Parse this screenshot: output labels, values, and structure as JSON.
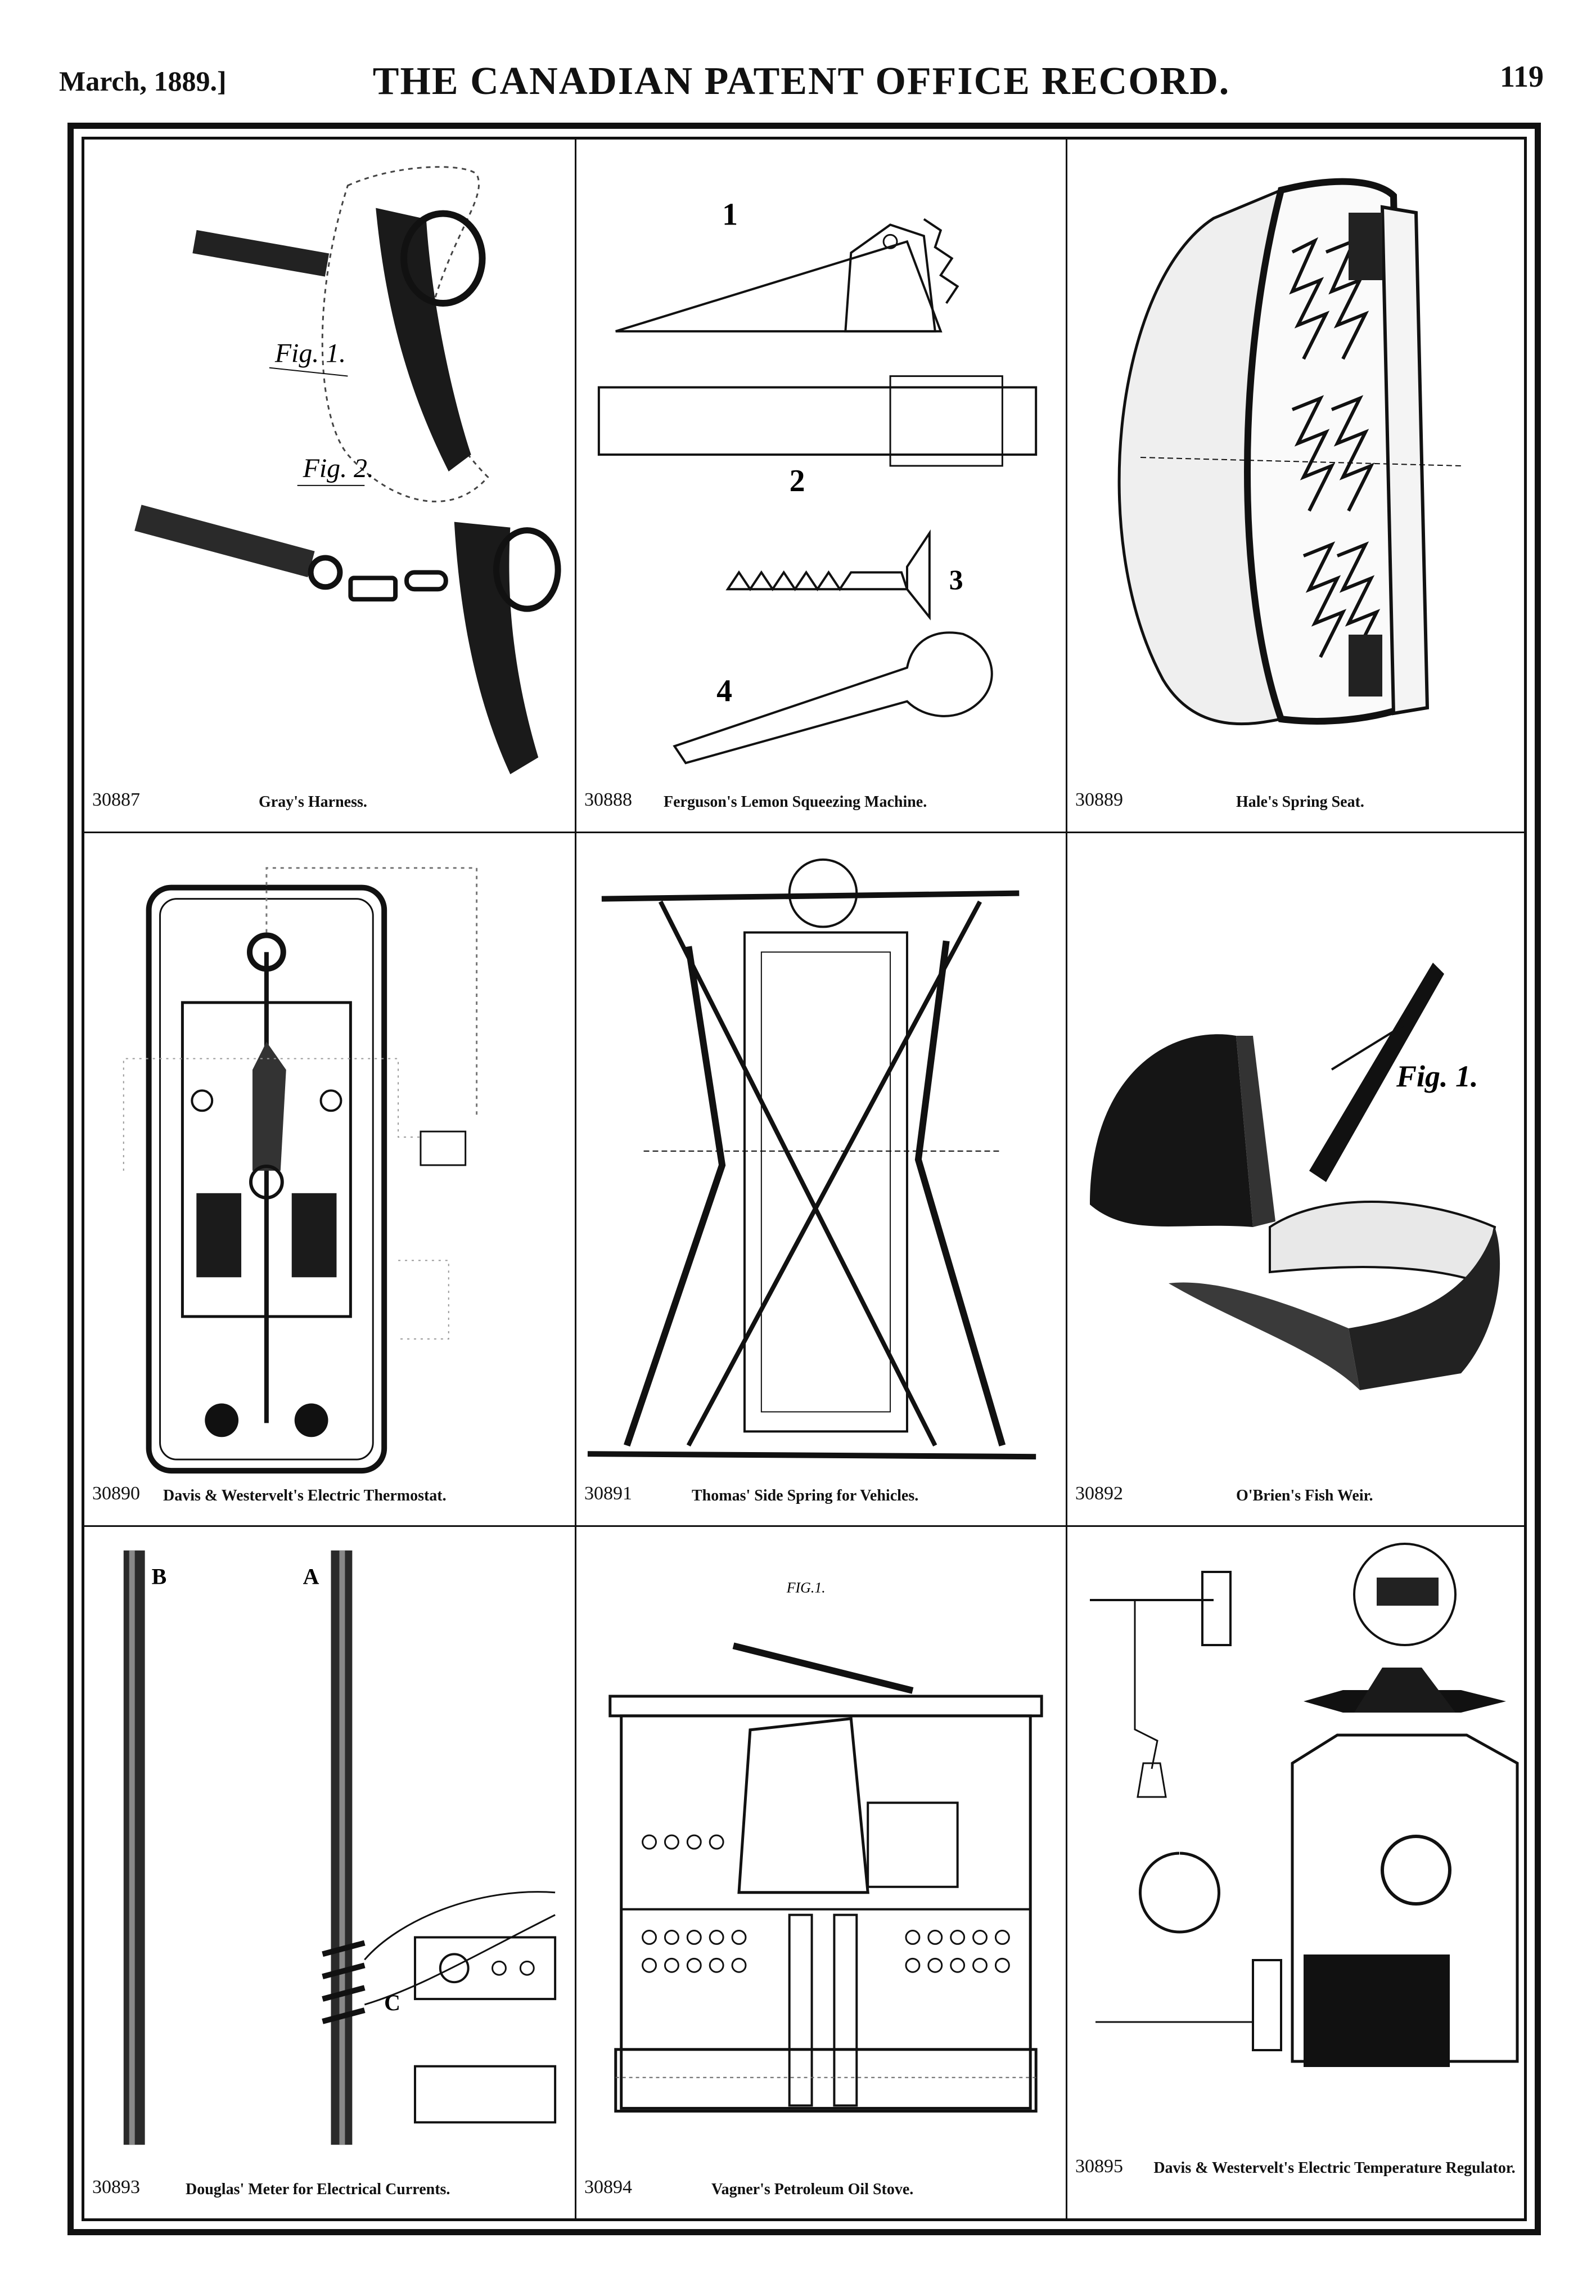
{
  "header": {
    "date": "March, 1889.]",
    "title": "THE CANADIAN PATENT OFFICE RECORD.",
    "page_number": "119"
  },
  "patents": [
    {
      "number": "30887",
      "caption": "Gray's Harness.",
      "figure_labels": [
        "Fig. 1.",
        "Fig. 2."
      ]
    },
    {
      "number": "30888",
      "caption": "Ferguson's Lemon Squeezing Machine.",
      "figure_labels": [
        "1",
        "2",
        "3",
        "4"
      ]
    },
    {
      "number": "30889",
      "caption": "Hale's Spring Seat."
    },
    {
      "number": "30890",
      "caption": "Davis & Westervelt's Electric Thermostat."
    },
    {
      "number": "30891",
      "caption": "Thomas' Side Spring for Vehicles."
    },
    {
      "number": "30892",
      "caption": "O'Brien's Fish Weir.",
      "figure_labels": [
        "Fig. 1."
      ]
    },
    {
      "number": "30893",
      "caption": "Douglas' Meter for Electrical Currents.",
      "figure_labels": [
        "B",
        "A",
        "C"
      ]
    },
    {
      "number": "30894",
      "caption": "Vagner's Petroleum Oil Stove.",
      "figure_labels": [
        "FIG.1."
      ]
    },
    {
      "number": "30895",
      "caption": "Davis & Westervelt's Electric Temperature Regulator."
    }
  ]
}
